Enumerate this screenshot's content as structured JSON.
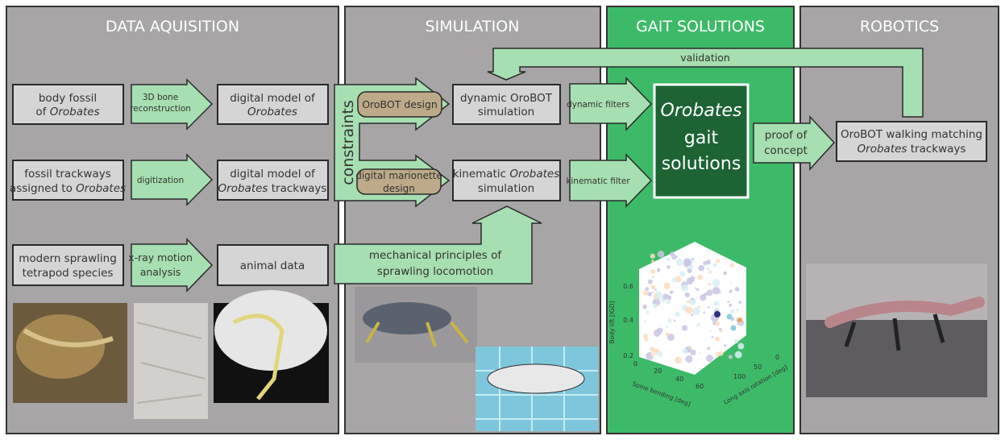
{
  "panels": {
    "data_acquisition": "DATA  AQUISITION",
    "simulation": "SIMULATION",
    "gait_solutions": "GAIT  SOLUTIONS",
    "robotics": "ROBOTICS"
  },
  "acquisition": {
    "row1": {
      "box_a_1": "body fossil",
      "box_a_2": "of ",
      "box_a_2i": "Orobates",
      "arrow_1": "3D bone",
      "arrow_2": "reconstruction",
      "box_b_1": "digital model of",
      "box_b_2i": "Orobates"
    },
    "row2": {
      "box_a_1": "fossil trackways",
      "box_a_2": "assigned to ",
      "box_a_2i": "Orobates",
      "arrow_1": "digitization",
      "box_b_1": "digital model of",
      "box_b_2i": "Orobates",
      "box_b_2": " trackways"
    },
    "row3": {
      "box_a_1": "modern sprawling",
      "box_a_2": "tetrapod species",
      "arrow_1": "x-ray motion",
      "arrow_2": "analysis",
      "box_b_1": "animal data"
    }
  },
  "simulation": {
    "constraints": "constraints",
    "orobot_design": "OroBOT design",
    "marionette_1": "digital marionette",
    "marionette_2": "design",
    "dynamic_1": "dynamic OroBOT",
    "dynamic_2": "simulation",
    "kinematic_1": "kinematic ",
    "kinematic_1i": "Orobates",
    "kinematic_2": "simulation",
    "mechanical_1": "mechanical principles of",
    "mechanical_2": "sprawling locomotion",
    "validation": "validation"
  },
  "gait": {
    "dynamic_filters": "dynamic filters",
    "kinematic_filter": "kinematic filter",
    "solutions_1i": "Orobates",
    "solutions_2": "gait",
    "solutions_3": "solutions",
    "plot": {
      "zlabel": "Body lift [lGD]",
      "xlabel": "Spine bending [deg]",
      "ylabel": "Long axis rotation [deg]",
      "zticks": [
        "0.6",
        "0.4",
        "0.2"
      ],
      "xticks": [
        "0",
        "20",
        "40",
        "60"
      ],
      "yticks": [
        "0",
        "50",
        "100"
      ]
    }
  },
  "robotics": {
    "proof_1": "proof of",
    "proof_2": "concept",
    "result_1": "OroBOT walking matching",
    "result_2i": "Orobates",
    "result_2": " trackways"
  },
  "colors": {
    "panel_gray": "#a7a5a6",
    "gait_green": "#3dba68",
    "arrow_green": "#a6dfb1",
    "solutions_dark": "#1d6334",
    "pill_tan": "#bcaa88"
  }
}
